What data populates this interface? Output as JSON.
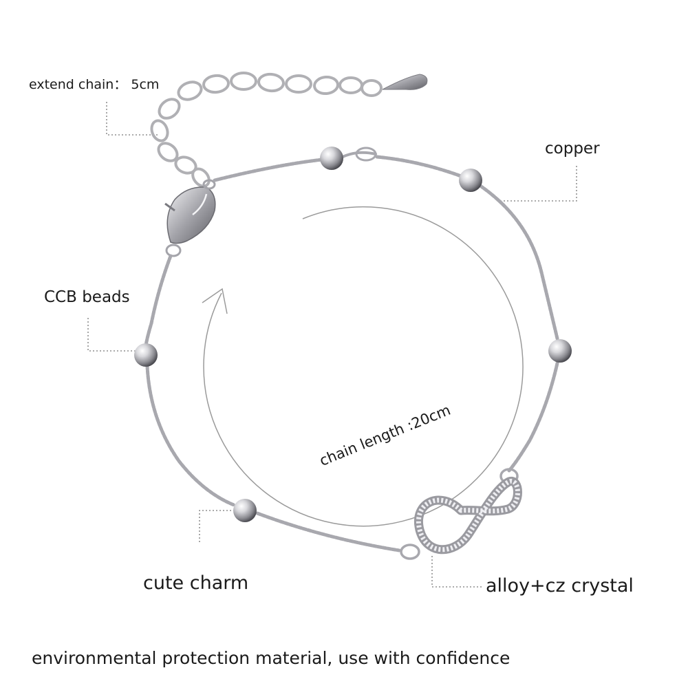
{
  "labels": {
    "extend_chain": "extend chain： 5cm",
    "copper": "copper",
    "ccb_beads": "CCB beads",
    "cute_charm": "cute charm",
    "alloy_crystal": "alloy+cz crystal",
    "chain_length": "chain length :20cm"
  },
  "footer": {
    "text": "environmental protection material, use with confidence"
  },
  "colors": {
    "background": "#ffffff",
    "text": "#1a1a1a",
    "silver": "#b8b8bc",
    "leader_line": "#777777",
    "arrow": "#9a9a9a"
  }
}
